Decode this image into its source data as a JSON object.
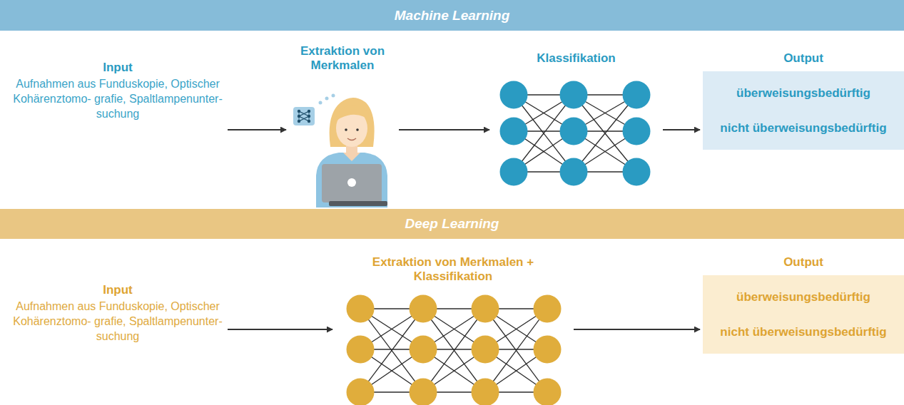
{
  "diagram": {
    "nodes": [
      {
        "text": [
          "Machine Learning"
        ]
      },
      {
        "text": [
          "Input",
          "Aufnahmen aus Funduskopie, Optischer Kohärenztomo- grafie, Spaltlampenunter- suchung"
        ]
      },
      {
        "text": [
          "Extraktion von Merkmalen"
        ]
      },
      {
        "text": [
          "Klassifikation"
        ]
      },
      {
        "text": [
          "Output",
          "überweisungsbedürftig",
          "nicht überweisungsbedürftig"
        ]
      },
      {
        "text": [
          "Deep Learning"
        ]
      },
      {
        "text": [
          "Input",
          "Aufnahmen aus Funduskopie, Optischer Kohärenztomo- grafie, Spaltlampenunter- suchung"
        ]
      },
      {
        "text": [
          "Extraktion von Merkmalen + Klassifikation"
        ]
      },
      {
        "text": [
          "Output",
          "überweisungsbedürftig",
          "nicht überweisungsbedürftig"
        ]
      }
    ],
    "edges": [
      {
        "from": 1,
        "to": 2,
        "arrow": "to"
      },
      {
        "from": 2,
        "to": 3,
        "arrow": "to"
      },
      {
        "from": 3,
        "to": 4,
        "arrow": "to"
      },
      {
        "from": 6,
        "to": 7,
        "arrow": "to"
      },
      {
        "from": 7,
        "to": 8,
        "arrow": "to"
      }
    ]
  }
}
